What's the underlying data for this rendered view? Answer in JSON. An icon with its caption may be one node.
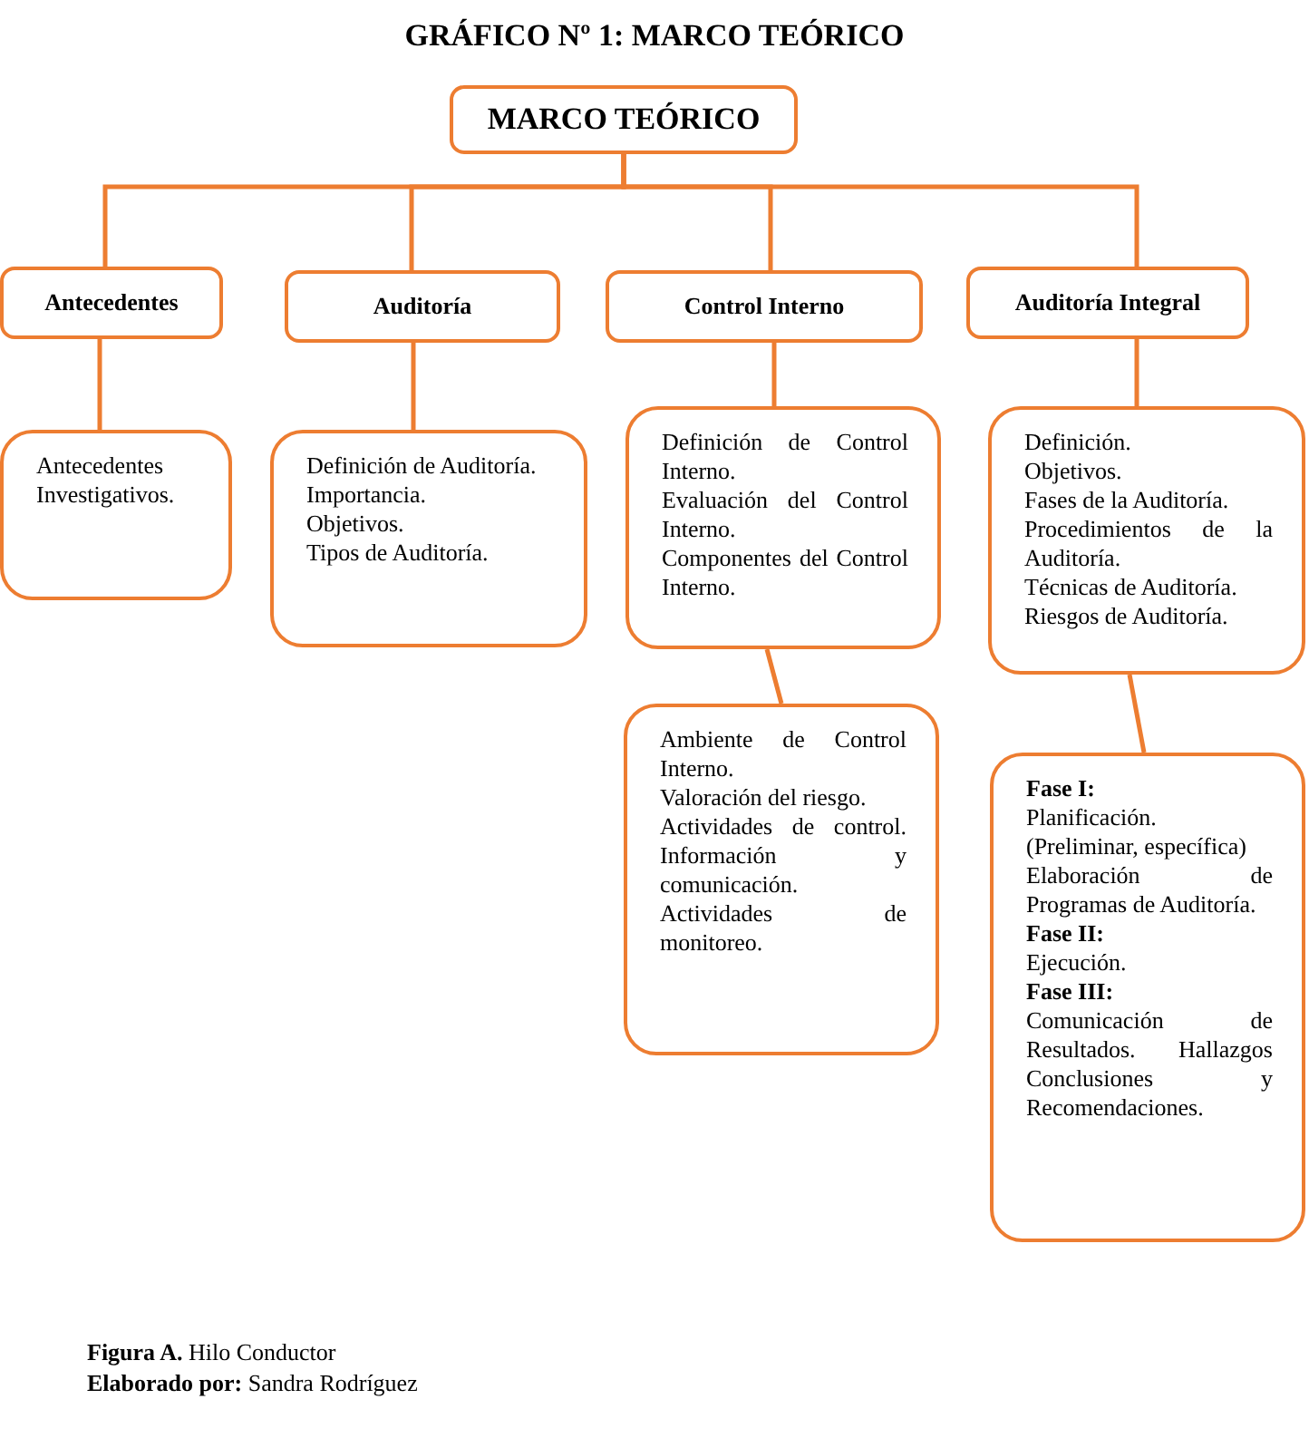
{
  "diagram": {
    "title": "GRÁFICO Nº 1: MARCO TEÓRICO",
    "nodes": [
      {
        "text": [
          "MARCO TEÓRICO"
        ]
      },
      {
        "text": [
          "Antecedentes"
        ]
      },
      {
        "text": [
          "Auditoría"
        ]
      },
      {
        "text": [
          "Control Interno"
        ]
      },
      {
        "text": [
          "Auditoría Integral"
        ]
      },
      {
        "text": [
          "Antecedentes Investigativos."
        ]
      },
      {
        "text": [
          "Definición de Auditoría.",
          "Importancia.",
          "Objetivos.",
          "Tipos de Auditoría."
        ]
      },
      {
        "text": [
          "Definición de Control Interno.",
          "Evaluación del Control Interno.",
          "Componentes del Control Interno."
        ]
      },
      {
        "text": [
          "Definición.",
          "Objetivos.",
          "Fases de la Auditoría.",
          "Procedimientos de la Auditoría.",
          "Técnicas de Auditoría.",
          "Riesgos de Auditoría."
        ]
      },
      {
        "text": [
          "Ambiente de Control Interno.",
          "Valoración del riesgo.",
          "Actividades de control. Información y comunicación.",
          "Actividades de monitoreo."
        ]
      },
      {
        "text": [
          "**Fase I:**",
          "Planificación.",
          "(Preliminar, específica)",
          "Elaboración de Programas de Auditoría.",
          "**Fase II:**",
          "Ejecución.",
          "**Fase III:**",
          "Comunicación de Resultados. Hallazgos Conclusiones y Recomendaciones."
        ]
      }
    ],
    "edges": [
      {
        "from": 0,
        "to": 1,
        "arrow": "none"
      },
      {
        "from": 0,
        "to": 2,
        "arrow": "none"
      },
      {
        "from": 0,
        "to": 3,
        "arrow": "none"
      },
      {
        "from": 0,
        "to": 4,
        "arrow": "none"
      },
      {
        "from": 1,
        "to": 5,
        "arrow": "none"
      },
      {
        "from": 2,
        "to": 6,
        "arrow": "none"
      },
      {
        "from": 3,
        "to": 7,
        "arrow": "none"
      },
      {
        "from": 4,
        "to": 8,
        "arrow": "none"
      },
      {
        "from": 7,
        "to": 9,
        "arrow": "none"
      },
      {
        "from": 8,
        "to": 10,
        "arrow": "none"
      }
    ],
    "labels": [
      "**Figura A.** Hilo Conductor",
      "**Elaborado por:** Sandra Rodríguez"
    ]
  }
}
